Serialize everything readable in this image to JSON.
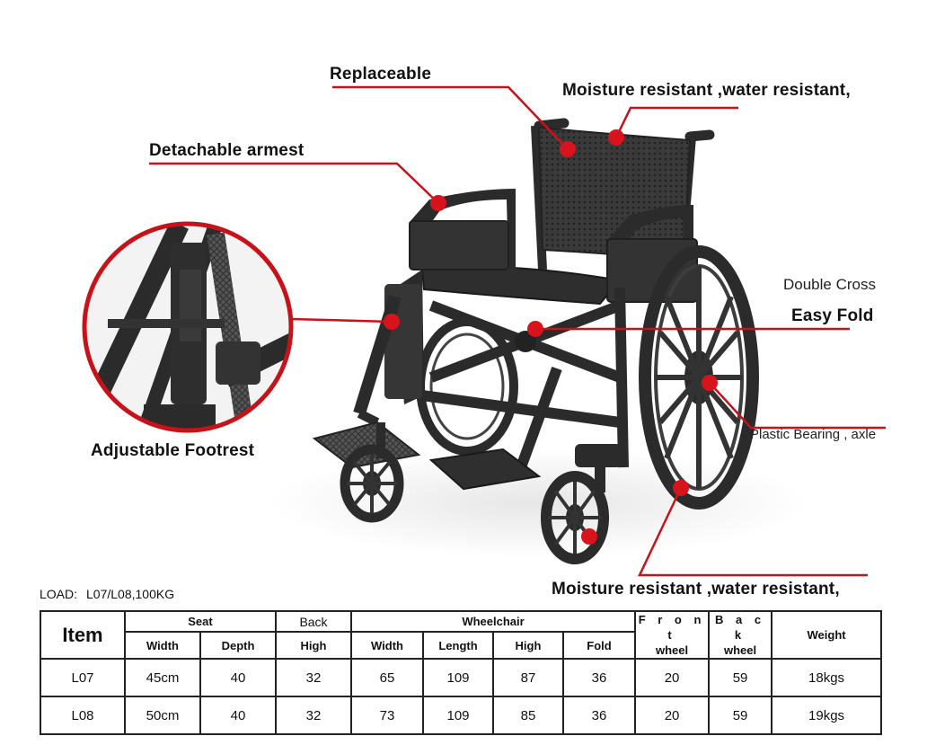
{
  "callouts": {
    "replaceable": "Replaceable",
    "moisture_top": "Moisture resistant ,water resistant,",
    "detachable_armest": "Detachable armest",
    "double_cross": "Double Cross",
    "easy_fold": "Easy Fold",
    "plastic_bearing": "Plastic Bearing , axle",
    "adjustable_footrest": "Adjustable Footrest",
    "moisture_bottom": "Moisture resistant ,water resistant,"
  },
  "load": {
    "label": "LOAD:",
    "value": "L07/L08,100KG"
  },
  "table": {
    "item_header": "Item",
    "group_seat": "Seat",
    "group_back": "Back",
    "group_wheelchair": "Wheelchair",
    "front_wheel_top": "F r o n t",
    "front_wheel_bottom": "wheel",
    "back_wheel_top": "B a c k",
    "back_wheel_bottom": "wheel",
    "weight_header": "Weight",
    "sub_headers": [
      "Width",
      "Depth",
      "High",
      "Width",
      "Length",
      "High",
      "Fold"
    ],
    "rows": [
      [
        "L07",
        "45cm",
        "40",
        "32",
        "65",
        "109",
        "87",
        "36",
        "20",
        "59",
        "18kgs"
      ],
      [
        "L08",
        "50cm",
        "40",
        "32",
        "73",
        "109",
        "85",
        "36",
        "20",
        "59",
        "19kgs"
      ]
    ]
  },
  "colors": {
    "accent": "#d7141c",
    "chair": "#2b2b2b",
    "text": "#111111"
  }
}
